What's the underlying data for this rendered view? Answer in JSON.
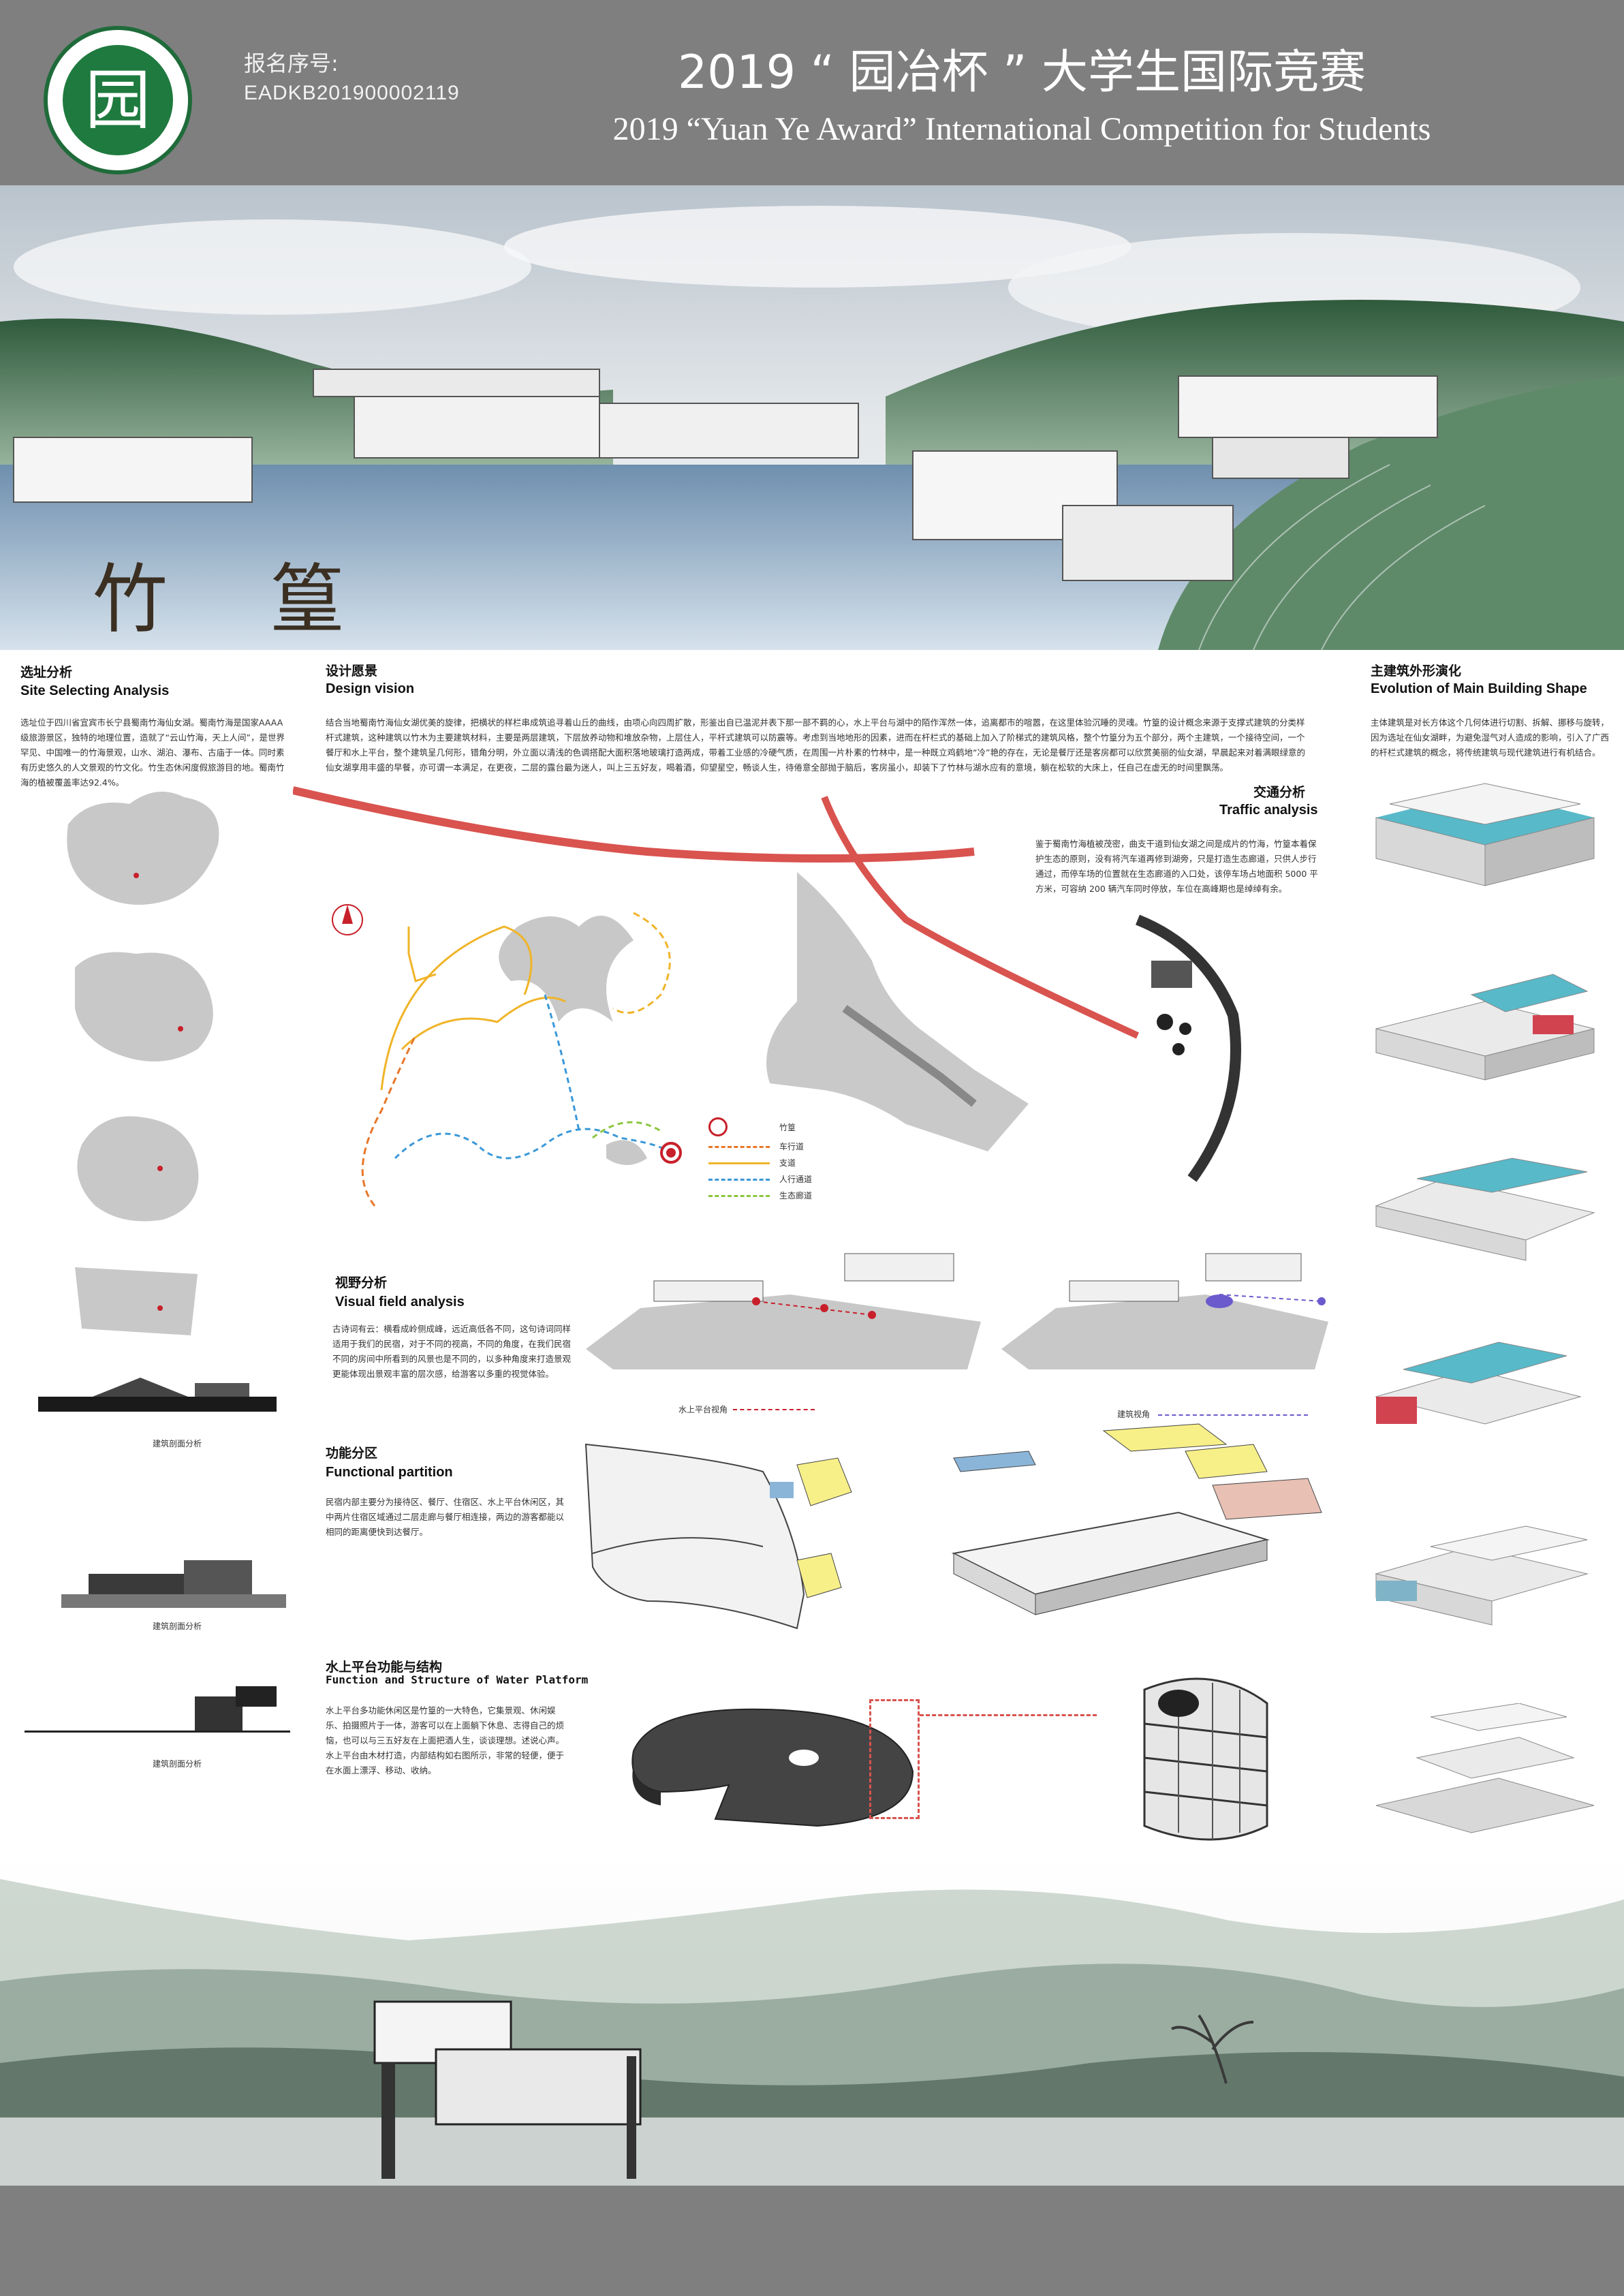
{
  "header": {
    "registration_label": "报名序号:",
    "registration_number": "EADKB201900002119",
    "title_cn": "2019 “ 园冶杯 ” 大学生国际竞赛",
    "title_en": "2019 “Yuan Ye Award” International Competition for  Students",
    "logo_glyph": "园",
    "logo_colors": {
      "ring": "#1f6b3a",
      "fill": "#1f7a3f"
    }
  },
  "hero": {
    "project_title": "竹篁"
  },
  "site_analysis": {
    "title_cn": "选址分析",
    "title_en": "Site Selecting Analysis",
    "text": "选址位于四川省宜宾市长宁县蜀南竹海仙女湖。蜀南竹海是国家AAAA级旅游景区，独特的地理位置，造就了“云山竹海，天上人间”，是世界罕见、中国唯一的竹海景观，山水、湖泊、瀑布、古庙于一体。同时素有历史悠久的人文景观的竹文化。竹生态休闲度假旅游目的地。蜀南竹海的植被覆盖率达92.4%。"
  },
  "section_captions": {
    "a": "建筑剖面分析",
    "b": "建筑剖面分析",
    "c": "建筑剖面分析"
  },
  "design_vision": {
    "title_cn": "设计愿景",
    "title_en": "Design vision",
    "text": "结合当地蜀南竹海仙女湖优美的旋律，把横状的样栏串成筑追寻着山丘的曲线，由项心向四周扩散，形鉴出自已温泥并表下那一部不羁的心，水上平台与湖中的陌作浑然一体，追离都市的喧嚣，在这里体验沉睡的灵魂。竹篁的设计概念来源于支撑式建筑的分类样杆式建筑，这种建筑以竹木为主要建筑材料，主要是两层建筑，下层放养动物和堆放杂物，上层住人，平杆式建筑可以防震等。考虑到当地地形的因素，进而在杆栏式的基础上加入了阶梯式的建筑风格，整个竹篁分为五个部分，两个主建筑，一个接待空间，一个餐厅和水上平台，整个建筑呈几何形，错角分明，外立面以清浅的色调搭配大面积落地玻璃打造两成，带着工业感的冷硬气质，在周围一片朴素的竹林中，是一种既立鸡鹤地“冷”艳的存在，无论是餐厅还是客房都可以欣赏美丽的仙女湖，早晨起来对着满眼绿意的仙女湖享用丰盛的早餐，亦可谓一本满足，在更夜，二层的露台最为迷人，叫上三五好友，喝着酒，仰望星空，畅谈人生，待倦意全部抛于脑后，客房虽小，却装下了竹林与湖水应有的意境，躺在松软的大床上，任自己在虚无的时间里飘荡。"
  },
  "traffic": {
    "title_cn": "交通分析",
    "title_en": "Traffic analysis",
    "text": "鉴于蜀南竹海植被茂密，曲支干道到仙女湖之间是成片的竹海，竹篁本着保护生态的原则，没有将汽车道再修到湖旁，只是打造生态廊道，只供人步行通过，而停车场的位置就在生态廊道的入口处，该停车场占地面积 5000 平方米，可容纳 200 辆汽车同时停放，车位在高峰期也是绰绰有余。"
  },
  "legend": {
    "items": [
      {
        "label": "竹篁",
        "color": "#c8202a"
      },
      {
        "label": "车行道",
        "color": "#e8772a"
      },
      {
        "label": "支道",
        "color": "#f0b429"
      },
      {
        "label": "人行通道",
        "color": "#3a98d8"
      },
      {
        "label": "生态廊道",
        "color": "#8cc63f"
      }
    ]
  },
  "evolution": {
    "title_cn": "主建筑外形演化",
    "title_en": "Evolution of Main Building Shape",
    "text": "主体建筑是对长方体这个几何体进行切割、拆解、挪移与旋转，因为选址在仙女湖畔，为避免湿气对人造成的影响，引入了广西的杆栏式建筑的概念，将传统建筑与现代建筑进行有机结合。"
  },
  "visual": {
    "title_cn": "视野分析",
    "title_en": "Visual field analysis",
    "text": "古诗词有云：横看成岭侧成峰，远近高低各不同，这句诗词同样适用于我们的民宿，对于不同的视高，不同的角度，在我们民宿不同的房间中所看到的风景也是不同的，以多种角度来打造景观更能体现出景观丰富的层次感，给游客以多重的视觉体验。",
    "label_platform": "水上平台视角",
    "label_building": "建筑视角"
  },
  "functional": {
    "title_cn": "功能分区",
    "title_en": "Functional partition",
    "text": "民宿内部主要分为接待区、餐厅、住宿区、水上平台休闲区，其中两片住宿区域通过二层走廊与餐厅相连接，两边的游客都能以相同的距离便快到达餐厅。"
  },
  "platform": {
    "title_cn": "水上平台功能与结构",
    "title_en": "Function and Structure of Water Platform",
    "text": "水上平台多功能休闲区是竹篁的一大特色，它集景观、休闲娱乐、拍摄照片于一体，游客可以在上面躺下休息、志得自己的烦恼，也可以与三五好友在上面把酒人生，谈谈理想。述说心声。水上平台由木材打造，内部结构如右图所示，非常的轻便，便于在水面上漂浮、移动、收纳。"
  }
}
